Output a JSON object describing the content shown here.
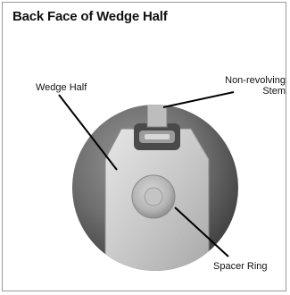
{
  "title": "Back Face of Wedge Half",
  "callouts": {
    "wedge_half": "Wedge Half",
    "stem_line1": "Non-revolving",
    "stem_line2": "Stem",
    "spacer_ring": "Spacer Ring"
  }
}
